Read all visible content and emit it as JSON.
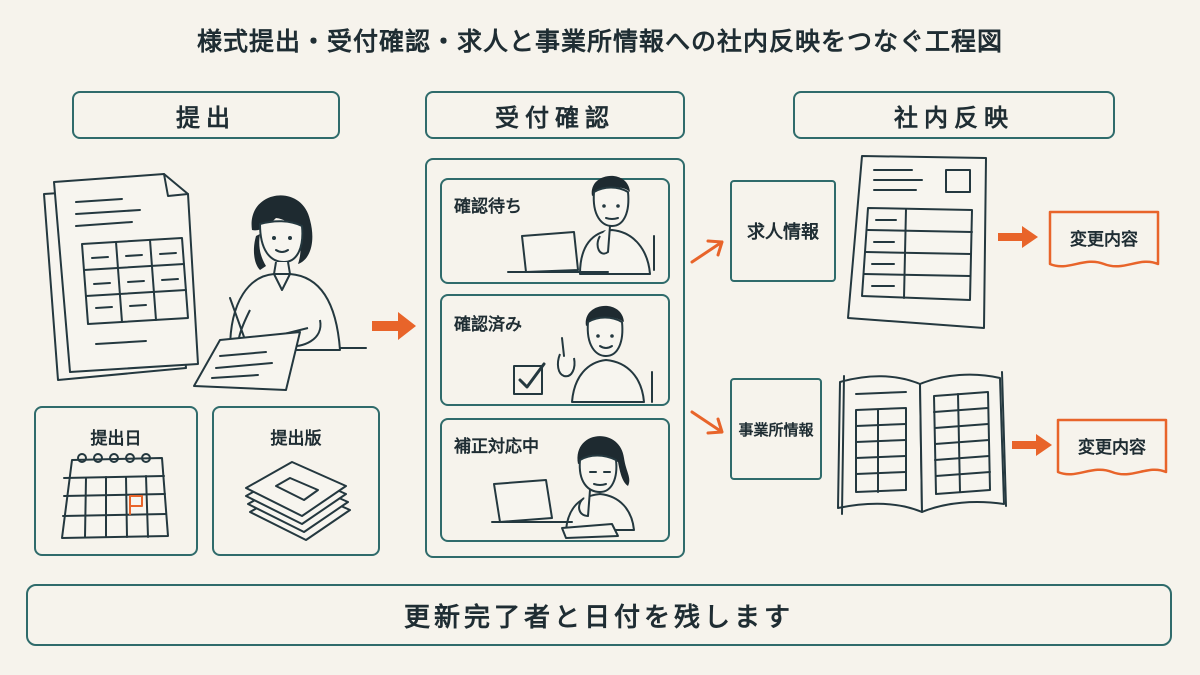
{
  "title": "様式提出・受付確認・求人と事業所情報への社内反映をつなぐ工程図",
  "columns": {
    "submit": {
      "header": "提出",
      "date_label": "提出日",
      "version_label": "提出版"
    },
    "review": {
      "header": "受付確認",
      "states": [
        {
          "label": "確認待ち"
        },
        {
          "label": "確認済み"
        },
        {
          "label": "補正対応中"
        }
      ]
    },
    "reflect": {
      "header": "社内反映",
      "targets": [
        {
          "label": "求人情報",
          "change_label": "変更内容"
        },
        {
          "label": "事業所情報",
          "change_label": "変更内容"
        }
      ]
    }
  },
  "footer": "更新完了者と日付を残します",
  "colors": {
    "frame": "#2f6b6b",
    "accent": "#e8642a",
    "ink": "#24383f",
    "background": "#f6f3ec"
  }
}
